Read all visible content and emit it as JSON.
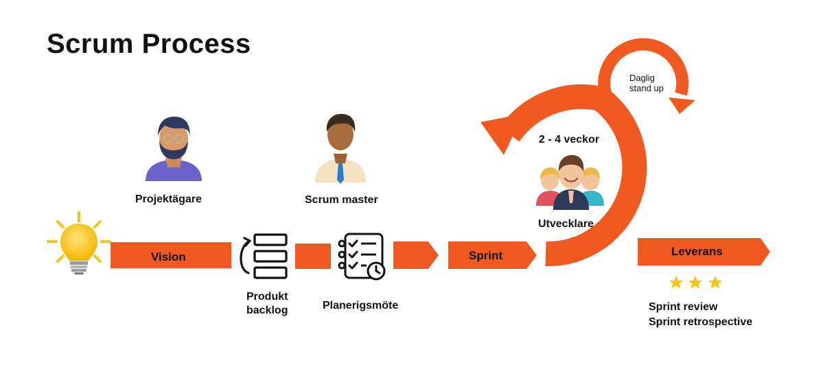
{
  "title": "Scrum Process",
  "roles": {
    "product_owner": "Projektägare",
    "scrum_master": "Scrum master",
    "developers": "Utvecklare"
  },
  "steps": {
    "vision": "Vision",
    "backlog_line1": "Produkt",
    "backlog_line2": "backlog",
    "planning": "Planerigsmöte",
    "sprint": "Sprint",
    "delivery": "Leverans"
  },
  "cycle": {
    "duration": "2 - 4 veckor",
    "daily_line1": "Daglig",
    "daily_line2": "stand up"
  },
  "outcomes": {
    "review": "Sprint review",
    "retrospective": "Sprint retrospective",
    "stars": 3
  },
  "colors": {
    "accent": "#F05A22",
    "bulb": "#F7C21A",
    "text": "#111111"
  },
  "icons": [
    "lightbulb-icon",
    "person-beard-icon",
    "person-tie-icon",
    "team-icon",
    "backlog-icon",
    "checklist-icon",
    "star-icon"
  ]
}
